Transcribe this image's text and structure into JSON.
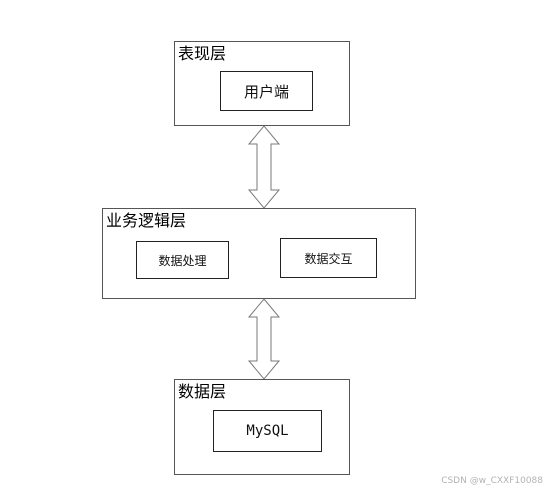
{
  "layers": {
    "presentation": {
      "title": "表现层",
      "box": "用户端"
    },
    "business": {
      "title": "业务逻辑层",
      "box_left": "数据处理",
      "box_right": "数据交互"
    },
    "data": {
      "title": "数据层",
      "box": "MySQL"
    }
  },
  "watermark": "CSDN @w_CXXF10088",
  "colors": {
    "border": "#555555",
    "arrow_stroke": "#7a7a7a",
    "arrow_fill": "#ffffff",
    "watermark": "#b3b3b3"
  }
}
